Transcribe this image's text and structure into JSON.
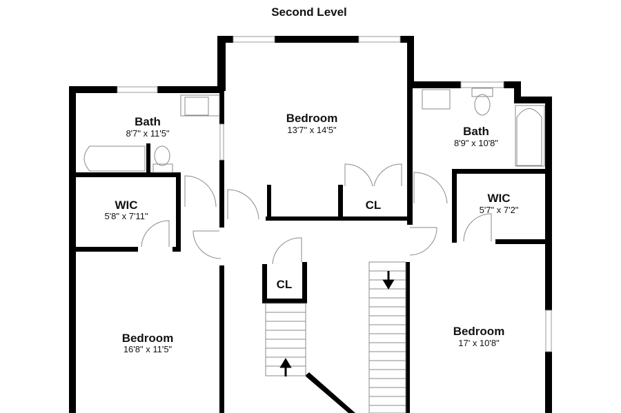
{
  "title": "Second Level",
  "rooms": {
    "bath_left": {
      "name": "Bath",
      "dims": "8'7\" x 11'5\""
    },
    "bedroom_center": {
      "name": "Bedroom",
      "dims": "13'7\" x 14'5\""
    },
    "bath_right": {
      "name": "Bath",
      "dims": "8'9\" x 10'8\""
    },
    "wic_left": {
      "name": "WIC",
      "dims": "5'8\" x 7'11\""
    },
    "wic_right": {
      "name": "WIC",
      "dims": "5'7\" x 7'2\""
    },
    "cl_center": {
      "name": "CL"
    },
    "cl_stairs": {
      "name": "CL"
    },
    "bedroom_left": {
      "name": "Bedroom",
      "dims": "16'8\" x 11'5\""
    },
    "bedroom_right": {
      "name": "Bedroom",
      "dims": "17' x 10'8\""
    }
  }
}
